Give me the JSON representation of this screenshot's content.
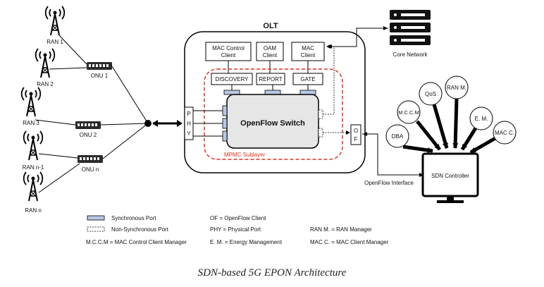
{
  "caption": "SDN-based 5G EPON Architecture",
  "olt": {
    "title": "OLT",
    "mac_control_client": [
      "MAC Control",
      "Client"
    ],
    "oam_client": [
      "OAM",
      "Client"
    ],
    "mac_client": [
      "MAC",
      "Client"
    ],
    "discovery": "DISCOVERY",
    "report": "REPORT",
    "gate": "GATE",
    "openflow_switch": "OpenFlow Switch",
    "mpmc_sublayer": "MPMC Sublayer",
    "phy": [
      "P",
      "H",
      "Y"
    ],
    "of": [
      "O",
      "F"
    ]
  },
  "rans": [
    "RAN 1",
    "RAN 2",
    "RAN 3",
    "RAN n-1",
    "RAN n"
  ],
  "onus": [
    "ONU 1",
    "ONU 2",
    "ONU n"
  ],
  "core_network": "Core Network",
  "openflow_interface": "OpenFlow Interface",
  "sdn_controller": "SDN Controller",
  "controller_apps": [
    "DBA",
    "M.C.C.M",
    "QoS",
    "RAN M.",
    "E. M.",
    "MAC C."
  ],
  "legend": {
    "sync_port": "Synchronous Port",
    "nonsync_port": "Non-Synchronous Port",
    "mccm": "M.C.C.M = MAC Control Client Manager",
    "of": "OF = OpenFlow Client",
    "phy": "PHY = Physical Port",
    "em": "E. M. = Energy Management",
    "ranm": "RAN M. = RAN Manager",
    "macc": "MAC C. = MAC Client Manager"
  },
  "colors": {
    "sync_port": "#b8c7e6",
    "mpmc_border": "#e0301e",
    "switch_fill": "#e6e6e6"
  }
}
